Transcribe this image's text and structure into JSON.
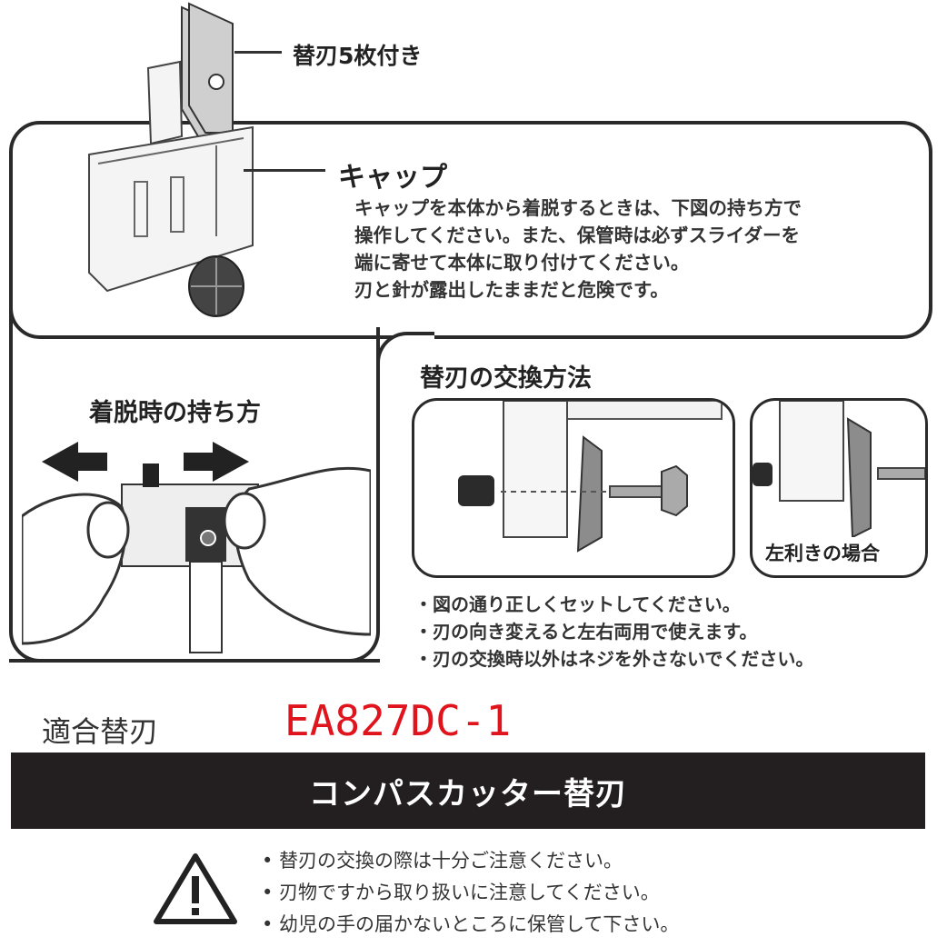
{
  "top": {
    "blades_label": "替刃5枚付き",
    "cap_label": "キャップ",
    "cap_notes": [
      "キャップを本体から着脱するときは、下図の持ち方で",
      "操作してください。また、保管時は必ずスライダーを",
      "端に寄せて本体に取り付けてください。",
      "刃と針が露出したままだと危険です。"
    ]
  },
  "left": {
    "title": "着脱時の持ち方"
  },
  "right": {
    "title": "替刃の交換方法",
    "left_hand_caption": "左利きの場合",
    "notes": [
      "・図の通り正しくセットしてください。",
      "・刃の向き変えると左右両用で使えます。",
      "・刃の交換時以外はネジを外さないでください。"
    ]
  },
  "compatible": {
    "label": "適合替刃",
    "model": "EA827DC-1",
    "model_color": "#e0141c"
  },
  "banner": {
    "text": "コンパスカッター替刃",
    "bg": "#231f20"
  },
  "warnings": [
    "• 替刃の交換の際は十分ご注意ください。",
    "• 刃物ですから取り扱いに注意してください。",
    "• 幼児の手の届かないところに保管して下さい。"
  ]
}
